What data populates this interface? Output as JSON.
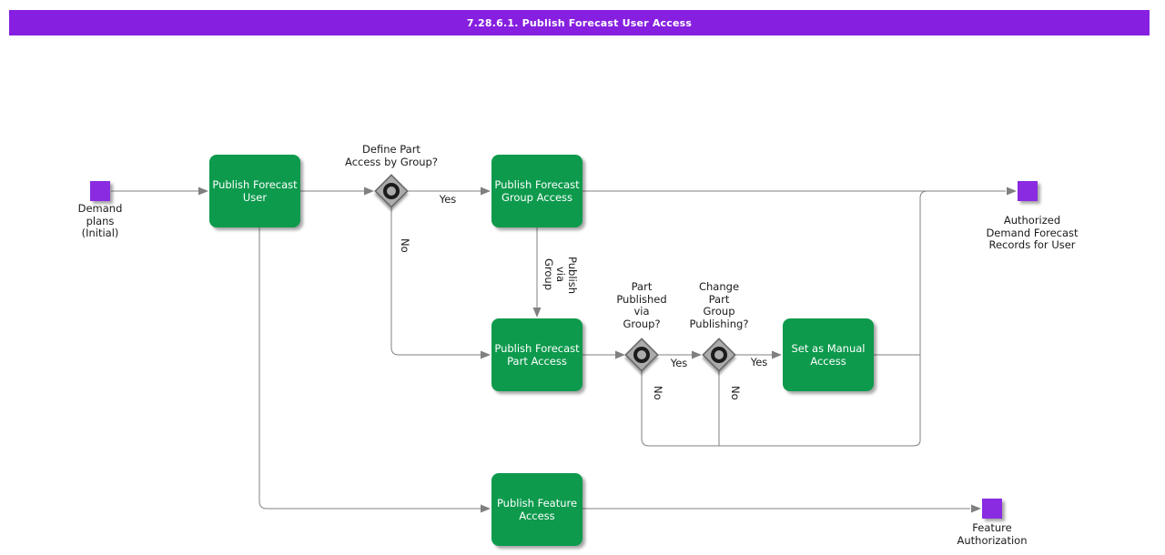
{
  "title": "7.28.6.1. Publish Forecast User Access",
  "colors": {
    "title_bar_purple": "#861fe0",
    "event_purple": "#8a2be2",
    "task_green": "#0d9a4d",
    "connector_gray": "#808080",
    "gateway_fill": "#ababab",
    "gateway_border": "#606060",
    "gateway_ring": "#1b1b1b"
  },
  "nodes": {
    "start": {
      "label": "Demand\nplans\n(Initial)"
    },
    "publish_forecast_user": {
      "label": "Publish Forecast\nUser"
    },
    "publish_forecast_group_access": {
      "label": "Publish Forecast\nGroup Access"
    },
    "publish_forecast_part_access": {
      "label": "Publish Forecast\nPart Access"
    },
    "set_as_manual_access": {
      "label": "Set as Manual\nAccess"
    },
    "publish_feature_access": {
      "label": "Publish Feature\nAccess"
    },
    "end_authorized": {
      "label": "Authorized\nDemand Forecast\nRecords for User"
    },
    "end_feature": {
      "label": "Feature\nAuthorization"
    }
  },
  "decisions": {
    "define_part_access_by_group": {
      "question": "Define Part\nAccess by Group?",
      "yes": "Yes",
      "no": "No"
    },
    "part_published_via_group": {
      "question": "Part\nPublished\nvia\nGroup?",
      "yes": "Yes",
      "no": "No"
    },
    "change_part_group_publishing": {
      "question": "Change\nPart\nGroup\nPublishing?",
      "yes": "Yes",
      "no": "No"
    }
  },
  "edges": {
    "publish_via_group": "Publish\nvia\nGroup"
  }
}
